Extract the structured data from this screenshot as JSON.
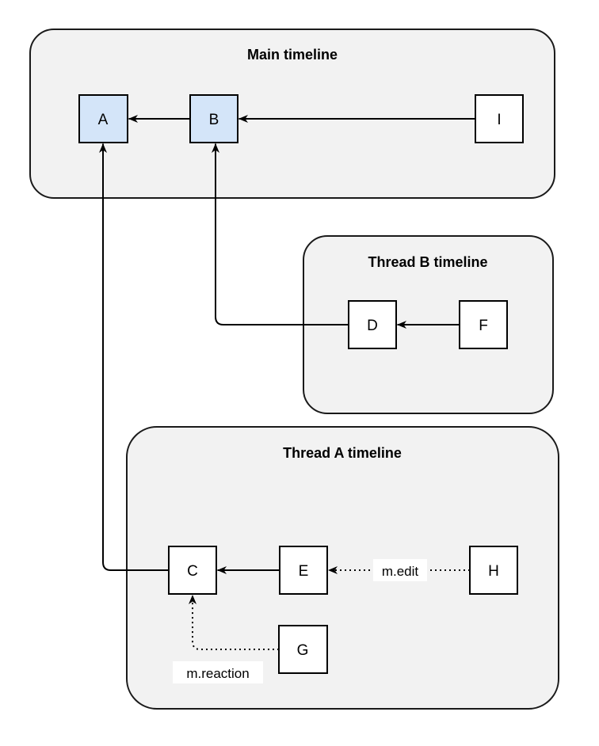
{
  "diagram": {
    "colors": {
      "page_bg": "#ffffff",
      "container_fill": "#f2f2f2",
      "container_stroke": "#1a1a1a",
      "node_fill": "#ffffff",
      "node_stroke": "#000000",
      "highlight_node_fill": "#d4e5f9",
      "highlight_node_stroke": "#000000",
      "edge_color": "#000000",
      "edge_label_bg": "#ffffff"
    },
    "containers": [
      {
        "title": "Main timeline"
      },
      {
        "title": "Thread B timeline"
      },
      {
        "title": "Thread A timeline"
      }
    ],
    "nodes": [
      {
        "label": "A",
        "highlighted": true
      },
      {
        "label": "B",
        "highlighted": true
      },
      {
        "label": "I",
        "highlighted": false
      },
      {
        "label": "D",
        "highlighted": false
      },
      {
        "label": "F",
        "highlighted": false
      },
      {
        "label": "C",
        "highlighted": false
      },
      {
        "label": "E",
        "highlighted": false
      },
      {
        "label": "H",
        "highlighted": false
      },
      {
        "label": "G",
        "highlighted": false
      }
    ],
    "edges": [
      {
        "from": "B",
        "to": "A",
        "style": "solid",
        "label": ""
      },
      {
        "from": "I",
        "to": "B",
        "style": "solid",
        "label": ""
      },
      {
        "from": "F",
        "to": "D",
        "style": "solid",
        "label": ""
      },
      {
        "from": "D",
        "to": "B",
        "style": "solid",
        "label": ""
      },
      {
        "from": "E",
        "to": "C",
        "style": "solid",
        "label": ""
      },
      {
        "from": "C",
        "to": "A",
        "style": "solid",
        "label": ""
      },
      {
        "from": "H",
        "to": "E",
        "style": "dotted",
        "label": "m.edit"
      },
      {
        "from": "G",
        "to": "C",
        "style": "dotted",
        "label": "m.reaction"
      }
    ]
  }
}
